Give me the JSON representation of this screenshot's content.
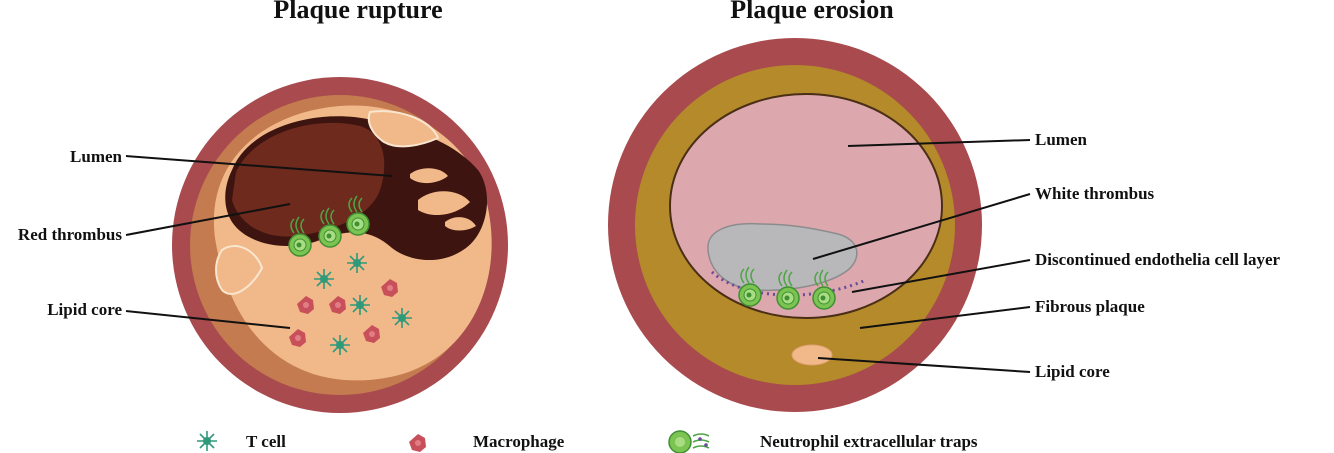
{
  "titles": {
    "left": "Plaque rupture",
    "right": "Plaque erosion"
  },
  "left_labels": {
    "lumen": "Lumen",
    "red_thrombus": "Red thrombus",
    "lipid_core": "Lipid core"
  },
  "right_labels": {
    "lumen": "Lumen",
    "white_thrombus": "White thrombus",
    "endothelial_layer": "Discontinued endothelia cell layer",
    "fibrous_plaque": "Fibrous plaque",
    "lipid_core": "Lipid core"
  },
  "legend": [
    {
      "icon": "t-cell-icon",
      "label": "T cell"
    },
    {
      "icon": "macrophage-icon",
      "label": "Macrophage"
    },
    {
      "icon": "net-icon",
      "label": "Neutrophil extracellular traps"
    }
  ],
  "colors": {
    "vessel_wall": "#a84a4e",
    "intima_brown": "#c37b4f",
    "lipid_peach": "#f1b989",
    "lumen_dark": "#3d140f",
    "red_thrombus": "#6e2a1c",
    "fibrous_olive": "#b48a2a",
    "lumen_pink": "#dca8ad",
    "white_thrombus": "#b8b8ba",
    "tcell_teal": "#2e9a7b",
    "macrophage_red": "#c8505b",
    "net_green": "#6cc24a"
  }
}
